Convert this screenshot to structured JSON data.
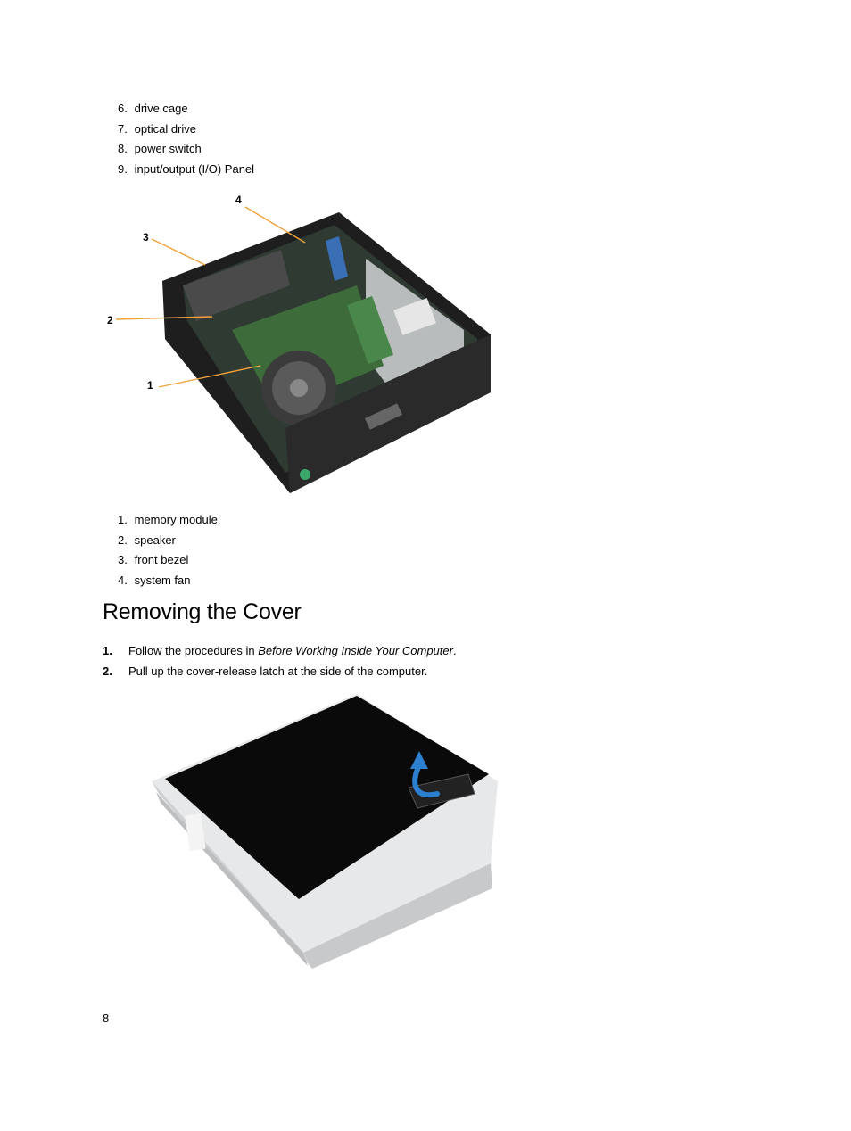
{
  "top_list": [
    {
      "num": "6.",
      "text": "drive cage"
    },
    {
      "num": "7.",
      "text": "optical drive"
    },
    {
      "num": "8.",
      "text": "power switch"
    },
    {
      "num": "9.",
      "text": "input/output (I/O) Panel"
    }
  ],
  "figure1": {
    "callouts": [
      "1",
      "2",
      "3",
      "4"
    ]
  },
  "mid_list": [
    {
      "num": "1.",
      "text": "memory module"
    },
    {
      "num": "2.",
      "text": "speaker"
    },
    {
      "num": "3.",
      "text": "front bezel"
    },
    {
      "num": "4.",
      "text": "system fan"
    }
  ],
  "section": {
    "title": "Removing the Cover",
    "steps": [
      {
        "num": "1.",
        "prefix": "Follow the procedures in ",
        "emphasis": "Before Working Inside Your Computer",
        "suffix": "."
      },
      {
        "num": "2.",
        "prefix": "Pull up the cover-release latch at the side of the computer.",
        "emphasis": "",
        "suffix": ""
      }
    ]
  },
  "page_number": "8"
}
